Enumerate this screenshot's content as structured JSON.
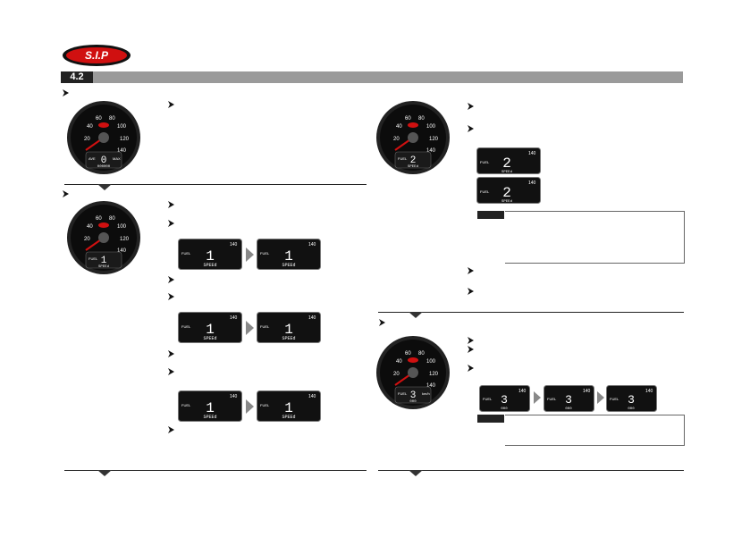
{
  "header": {
    "brand": "S.I.P",
    "section_number": "4.2"
  },
  "gauges": {
    "scale_labels": [
      "20",
      "40",
      "60",
      "80",
      "100",
      "120",
      "140"
    ],
    "main_1": {
      "digit": "0",
      "left_label": "AVE",
      "right_label": "MAX",
      "bottom": "000000"
    },
    "main_2": {
      "digit": "1",
      "left_label": "FUEL",
      "bottom": "SPEEd"
    },
    "main_3": {
      "digit": "2",
      "left_label": "FUEL",
      "bottom": "SPEEd"
    },
    "main_4": {
      "digit": "3",
      "left_label": "FUEL",
      "right_label": "km/h",
      "bottom": "000"
    }
  },
  "lcd_panels": {
    "max_label": "140",
    "row1": [
      {
        "digit": "1",
        "left": "FUEL",
        "bottom": "SPEEd"
      },
      {
        "digit": "1",
        "left": "FUEL",
        "bottom": "SPEEd"
      }
    ],
    "row2": [
      {
        "digit": "1",
        "left": "FUEL",
        "bottom": "SPEEd"
      },
      {
        "digit": "1",
        "left": "FUEL",
        "bottom": "SPEEd"
      }
    ],
    "row3": [
      {
        "digit": "1",
        "left": "FUEL",
        "bottom": "SPEEd"
      },
      {
        "digit": "1",
        "left": "FUEL",
        "bottom": "SPEEd"
      }
    ],
    "right_stack": [
      {
        "digit": "2",
        "left": "FUEL",
        "bottom": "SPEEd"
      },
      {
        "digit": "2",
        "left": "FUEL",
        "bottom": "SPEEd"
      }
    ],
    "row4": [
      {
        "digit": "3",
        "left": "FUEL",
        "bottom": "000"
      },
      {
        "digit": "3",
        "left": "FUEL",
        "bottom": "000"
      },
      {
        "digit": "3",
        "left": "FUEL",
        "bottom": "000"
      }
    ]
  },
  "colors": {
    "section_bar": "#9a9a9a",
    "section_tag": "#222222",
    "needle": "#d01010",
    "brand_red": "#d01010"
  }
}
